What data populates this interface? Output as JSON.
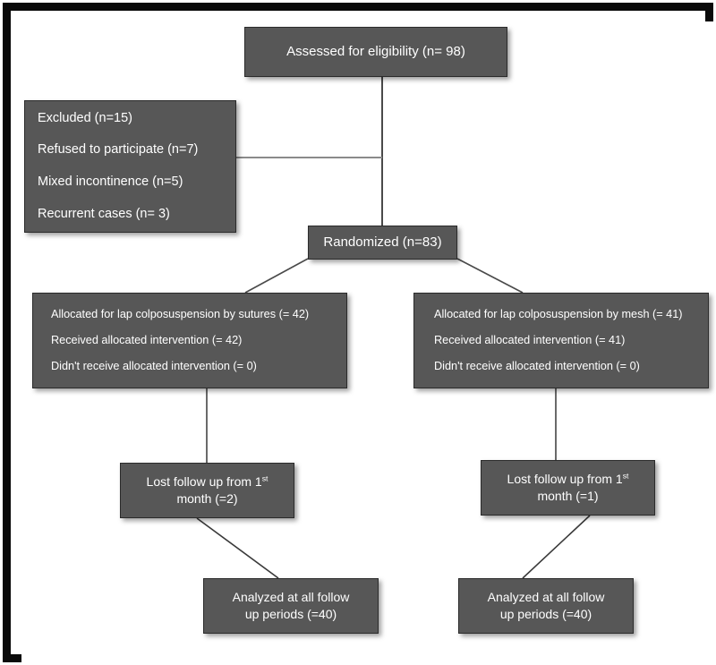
{
  "diagram": {
    "type": "flowchart",
    "title": "CONSORT participant flow diagram",
    "colors": {
      "frame": "#0a0a0a",
      "canvas": "#ffffff",
      "node_fill": "#575757",
      "node_border": "#2b2b2b",
      "node_text": "#ffffff",
      "connector": "#4a4a4a"
    }
  },
  "nodes": {
    "assessed": {
      "lines": [
        "Assessed for eligibility (n= 98)"
      ]
    },
    "excluded": {
      "lines": [
        "Excluded (n=15)",
        "Refused to participate (n=7)",
        "Mixed incontinence (n=5)",
        "Recurrent cases (n= 3)"
      ]
    },
    "randomized": {
      "lines": [
        "Randomized (n=83)"
      ]
    },
    "allocation_left": {
      "lines": [
        "Allocated for lap colposuspension by sutures (= 42)",
        "Received allocated intervention (= 42)",
        "Didn't receive allocated intervention (= 0)"
      ]
    },
    "allocation_right": {
      "lines": [
        "Allocated for lap colposuspension by mesh (= 41)",
        "Received allocated intervention (= 41)",
        "Didn't receive allocated intervention (= 0)"
      ]
    },
    "lost_left": {
      "line1_pre": "Lost follow up from 1",
      "line1_sup": "st",
      "line2": "month (=2)"
    },
    "lost_right": {
      "line1_pre": "Lost follow up from 1",
      "line1_sup": "st",
      "line2": "month (=1)"
    },
    "analyzed_left": {
      "line1": "Analyzed at all follow",
      "line2": "up periods (=40)"
    },
    "analyzed_right": {
      "line1": "Analyzed at all follow",
      "line2": "up periods (=40)"
    }
  },
  "edges": [
    {
      "from": "assessed",
      "to": "randomized",
      "style": "vertical"
    },
    {
      "from": "assessed-stem",
      "to": "excluded",
      "style": "horizontal"
    },
    {
      "from": "randomized",
      "to": "allocation_left",
      "style": "diagonal"
    },
    {
      "from": "randomized",
      "to": "allocation_right",
      "style": "diagonal"
    },
    {
      "from": "allocation_left",
      "to": "lost_left",
      "style": "vertical"
    },
    {
      "from": "allocation_right",
      "to": "lost_right",
      "style": "vertical"
    },
    {
      "from": "lost_left",
      "to": "analyzed_left",
      "style": "diagonal"
    },
    {
      "from": "lost_right",
      "to": "analyzed_right",
      "style": "diagonal"
    }
  ]
}
